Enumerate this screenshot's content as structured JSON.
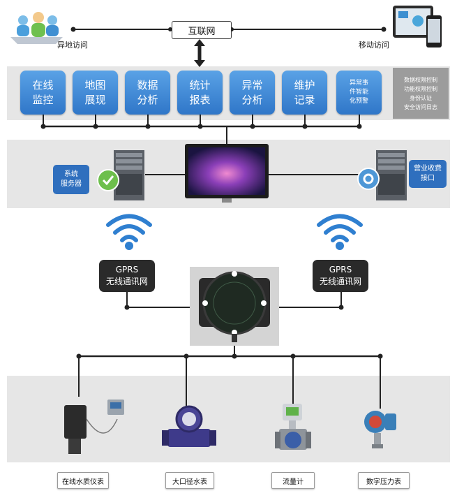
{
  "top": {
    "remote_label": "异地访问",
    "internet_label": "互联网",
    "mobile_label": "移动访问"
  },
  "modules": [
    {
      "line1": "在线",
      "line2": "监控",
      "line3": ""
    },
    {
      "line1": "地图",
      "line2": "展现",
      "line3": ""
    },
    {
      "line1": "数据",
      "line2": "分析",
      "line3": ""
    },
    {
      "line1": "统计",
      "line2": "报表",
      "line3": ""
    },
    {
      "line1": "异常",
      "line2": "分析",
      "line3": ""
    },
    {
      "line1": "维护",
      "line2": "记录",
      "line3": ""
    },
    {
      "line1": "异常事",
      "line2": "件智能",
      "line3": "化预警"
    }
  ],
  "permissions": [
    "数据权限控制",
    "功能权限控制",
    "身份认证",
    "安全访问日志"
  ],
  "servers": {
    "system_line1": "系统",
    "system_line2": "服务器",
    "billing_line1": "营业收费",
    "billing_line2": "接口"
  },
  "gprs": {
    "line1": "GPRS",
    "line2": "无线通讯网"
  },
  "devices": [
    {
      "label": "在线水质仪表"
    },
    {
      "label": "大口径水表"
    },
    {
      "label": "流量计"
    },
    {
      "label": "数字压力表"
    }
  ],
  "colors": {
    "module_blue": "#3a86d6",
    "gprs_dark": "#2a2a2a",
    "band_gray": "#e6e6e6",
    "wifi_blue": "#2f7fd0"
  }
}
